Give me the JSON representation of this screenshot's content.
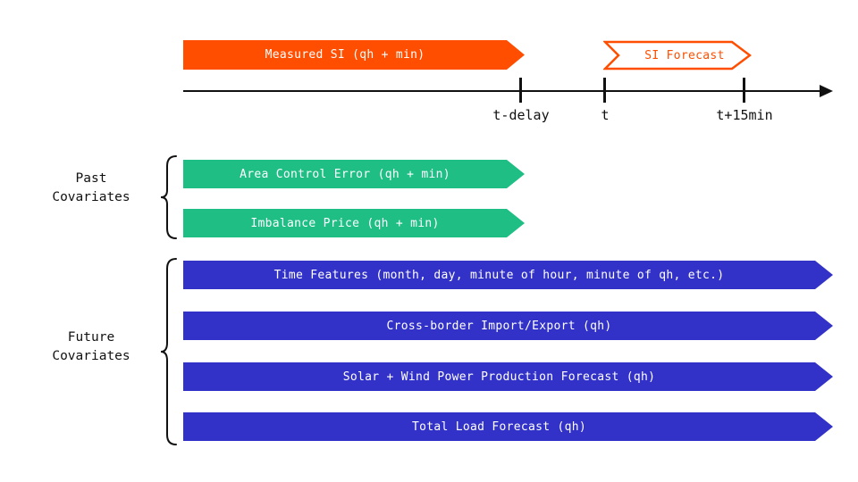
{
  "colors": {
    "orange": "#FF4E00",
    "green": "#1EBE85",
    "blue": "#3232C8",
    "ink": "#111111",
    "paper": "#FFFFFF"
  },
  "timeline": {
    "measured_label": "Measured SI (qh + min)",
    "forecast_label": "SI Forecast",
    "ticks": [
      "t-delay",
      "t",
      "t+15min"
    ]
  },
  "past": {
    "title_line1": "Past",
    "title_line2": "Covariates",
    "bars": [
      "Area Control Error (qh + min)",
      "Imbalance Price (qh + min)"
    ]
  },
  "future": {
    "title_line1": "Future",
    "title_line2": "Covariates",
    "bars": [
      "Time Features (month, day, minute of hour, minute of qh, etc.)",
      "Cross-border Import/Export (qh)",
      "Solar + Wind Power Production Forecast (qh)",
      "Total Load Forecast (qh)"
    ]
  }
}
